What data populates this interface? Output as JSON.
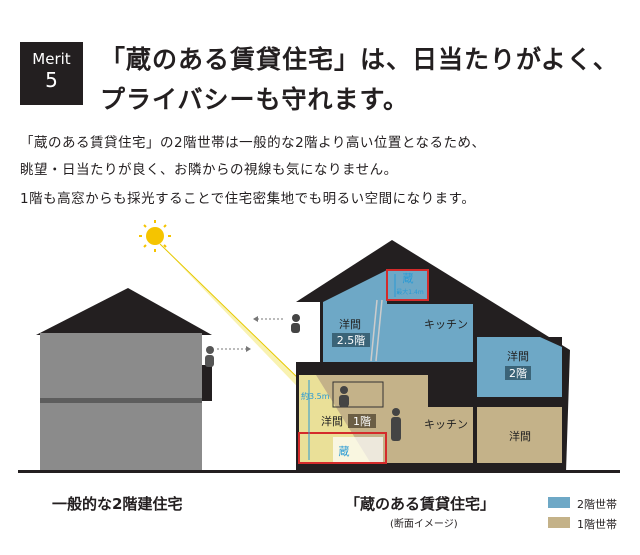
{
  "merit": {
    "label": "Merit",
    "number": "5"
  },
  "title": [
    "「蔵のある賃貸住宅」は、日当たりがよく、",
    "プライバシーも守れます。"
  ],
  "paragraph": [
    "「蔵のある賃貸住宅」の2階世帯は一般的な2階より高い位置となるため、",
    "眺望・日当たりが良く、お隣からの視線も気になりません。",
    "1階も高窓からも採光することで住宅密集地でも明るい空間になります。"
  ],
  "diagram": {
    "attic": {
      "label": "蔵",
      "height": "最大1.4m"
    },
    "room_25": {
      "name": "洋間",
      "floor": "2.5階"
    },
    "kitchen_upper": "キッチン",
    "room_2": {
      "name": "洋間",
      "floor": "2階"
    },
    "height_1f": "約3.5m",
    "room_1": {
      "name": "洋間",
      "floor": "1階"
    },
    "storage_1f": "蔵",
    "kitchen_lower": "キッチン",
    "room_lower_right": "洋間"
  },
  "captions": {
    "left": "一般的な2階建住宅",
    "right": "「蔵のある賃貸住宅」",
    "right_sub": "(断面イメージ)"
  },
  "legend": [
    {
      "label": "2階世帯",
      "color": "#6ea8c6"
    },
    {
      "label": "1階世帯",
      "color": "#c4b289"
    }
  ]
}
